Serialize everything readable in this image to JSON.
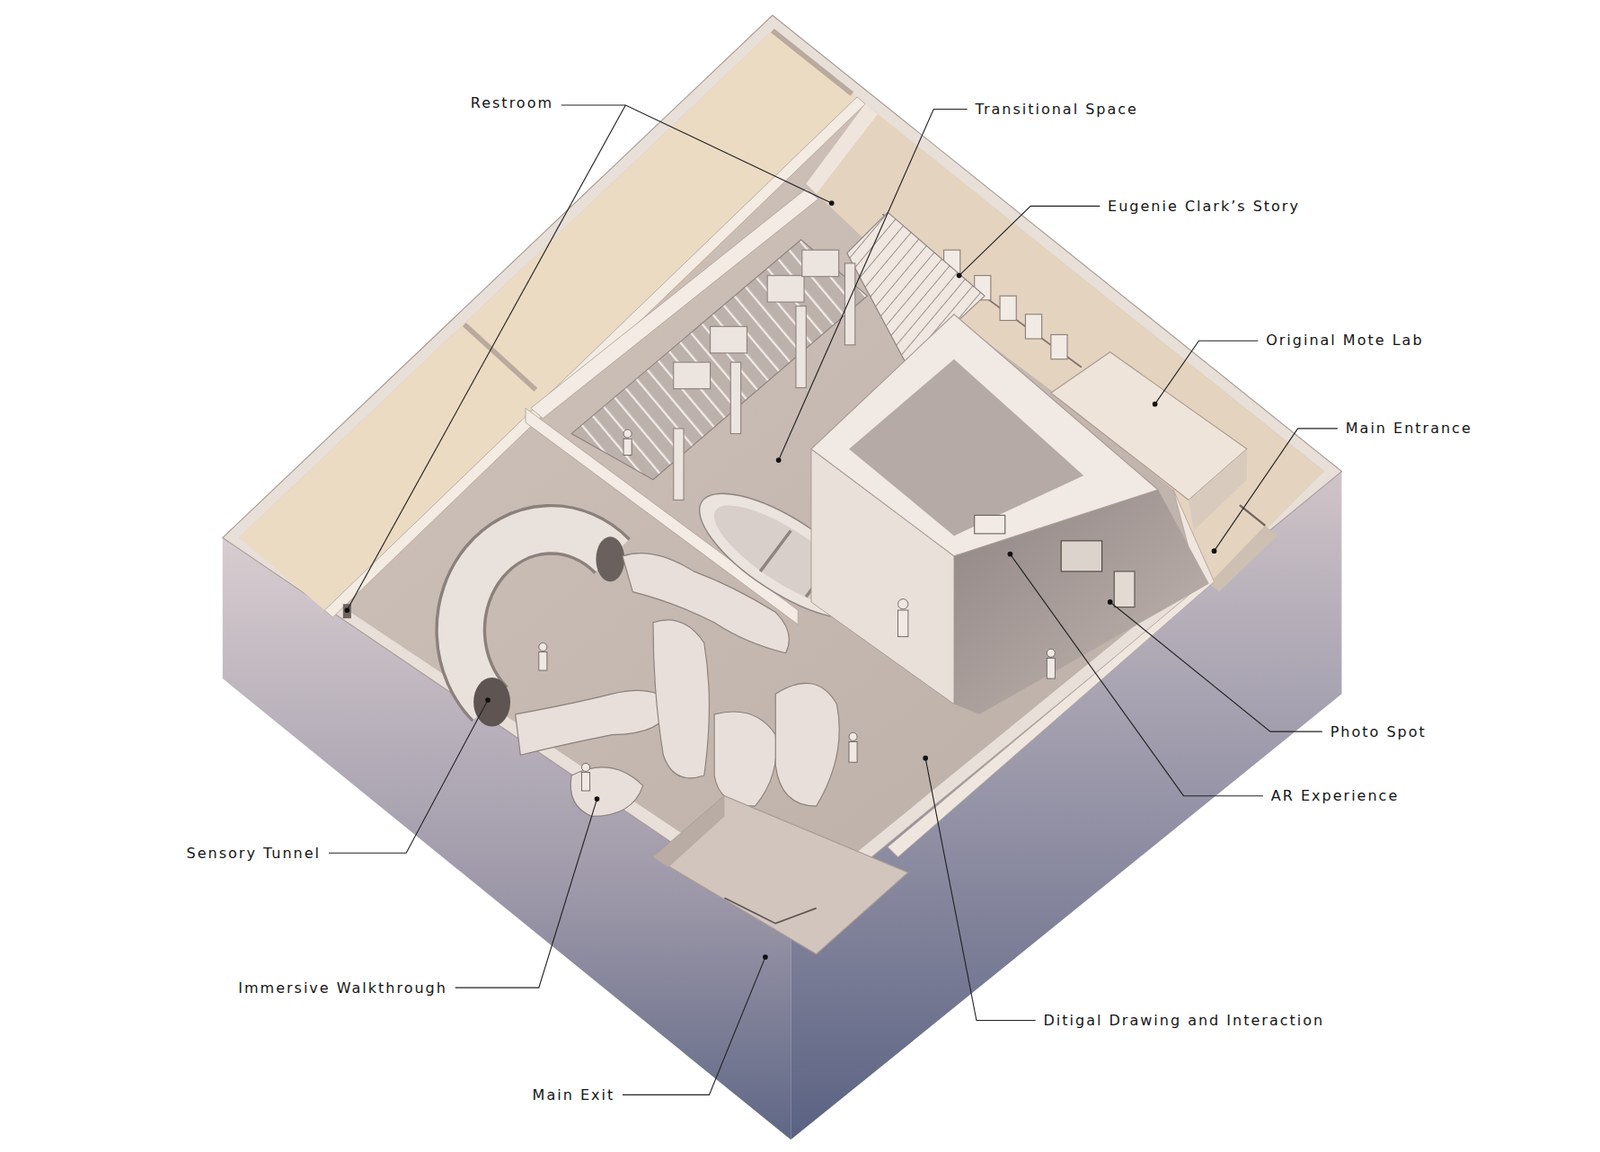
{
  "diagram": {
    "labels": [
      "Restroom",
      "Transitional Space",
      "Eugenie Clark’s Story",
      "Original Mote Lab",
      "Main Entrance",
      "Photo Spot",
      "AR Experience",
      "Sensory Tunnel",
      "Immersive Walkthrough",
      "Ditigal Drawing and Interaction",
      "Main Exit"
    ]
  }
}
